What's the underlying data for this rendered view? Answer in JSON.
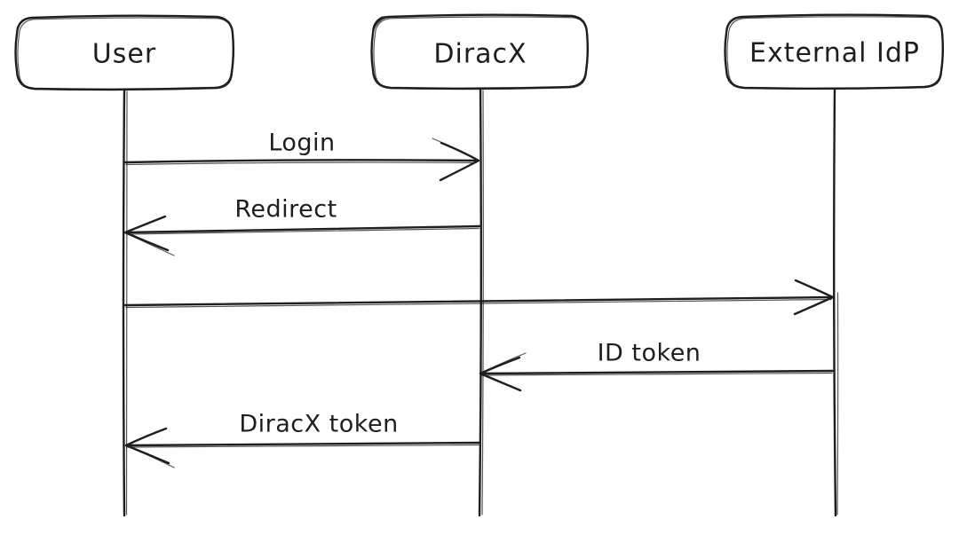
{
  "diagram": {
    "type": "sequence-diagram",
    "style": "hand-drawn",
    "colors": {
      "stroke": "#1e1e1e",
      "background": "#ffffff"
    },
    "actors": [
      {
        "id": "user",
        "label": "User"
      },
      {
        "id": "diracx",
        "label": "DiracX"
      },
      {
        "id": "external-idp",
        "label": "External IdP"
      }
    ],
    "messages": [
      {
        "label": "Login",
        "from": "User",
        "to": "DiracX",
        "direction": "right"
      },
      {
        "label": "Redirect",
        "from": "DiracX",
        "to": "User",
        "direction": "left"
      },
      {
        "label": "",
        "from": "User",
        "to": "External IdP",
        "direction": "right"
      },
      {
        "label": "ID token",
        "from": "External IdP",
        "to": "DiracX",
        "direction": "left"
      },
      {
        "label": "DiracX token",
        "from": "DiracX",
        "to": "User",
        "direction": "left"
      }
    ]
  }
}
